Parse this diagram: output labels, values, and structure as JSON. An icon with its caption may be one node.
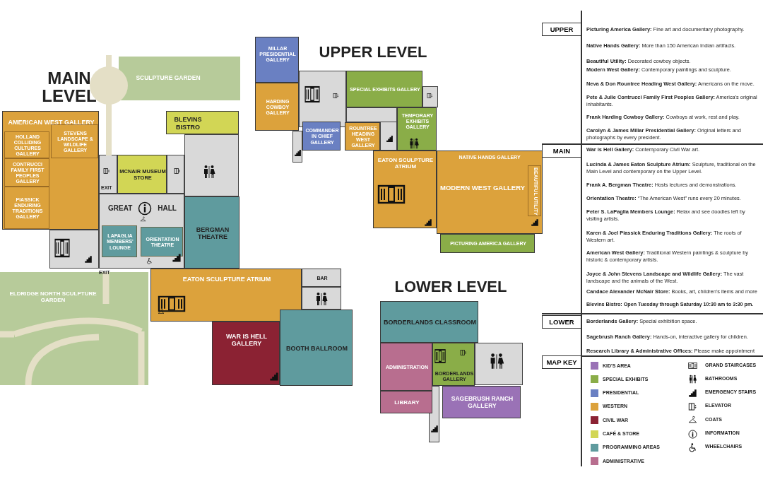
{
  "diagram": {
    "nodes": [
      {
        "text": [
          "SCULPTURE GARDEN"
        ]
      },
      {
        "text": [
          "AMERICAN WEST GALLERY"
        ]
      },
      {
        "text": [
          "HOLLAND COLLIDING CULTURES GALLERY"
        ],
        "in": 1
      },
      {
        "text": [
          "STEVENS LANDSCAPE & WILDLIFE GALLERY"
        ],
        "in": 1
      },
      {
        "text": [
          "CONTRUCCI FAMILY FIRST PEOPLES GALLERY"
        ],
        "in": 1
      },
      {
        "text": [
          "PIASSICK ENDURING TRADITIONS GALLERY"
        ],
        "in": 1
      },
      {
        "text": [
          "BLEVINS BISTRO"
        ]
      },
      {
        "text": [
          "MCNAIR MUSEUM STORE"
        ]
      },
      {
        "text": [
          "GREAT",
          "HALL"
        ]
      },
      {
        "text": [
          "LAPAGLIA MEMBERS' LOUNGE"
        ],
        "in": 8
      },
      {
        "text": [
          "ORIENTATION THEATRE"
        ],
        "in": 8
      },
      {
        "text": [
          "BERGMAN THEATRE"
        ]
      },
      {
        "text": [
          "EATON SCULPTURE ATRIUM"
        ]
      },
      {
        "text": [
          "BAR"
        ]
      },
      {
        "text": [
          "WAR IS HELL GALLERY"
        ]
      },
      {
        "text": [
          "BOOTH BALLROOM"
        ]
      },
      {
        "text": [
          "ELDRIDGE NORTH SCULPTURE GARDEN"
        ]
      },
      {
        "text": [
          "MILLAR PRESIDENTIAL GALLERY"
        ]
      },
      {
        "text": [
          "HARDING COWBOY GALLERY"
        ]
      },
      {
        "text": [
          "SPECIAL EXHIBITS GALLERY"
        ]
      },
      {
        "text": [
          "COMMANDER IN CHIEF GALLERY"
        ]
      },
      {
        "text": [
          "ROUNTREE HEADING WEST GALLERY"
        ]
      },
      {
        "text": [
          "TEMPORARY EXHIBITS GALLERY"
        ]
      },
      {
        "text": [
          "EATON SCULPTURE ATRIUM"
        ]
      },
      {
        "text": [
          "MODERN WEST GALLERY"
        ]
      },
      {
        "text": [
          "NATIVE HANDS GALLERY"
        ],
        "in": 24
      },
      {
        "text": [
          "BEAUTIFUL UTILITY"
        ],
        "in": 24
      },
      {
        "text": [
          "PICTURING AMERICA GALLERY"
        ]
      },
      {
        "text": [
          "BORDERLANDS CLASSROOM"
        ]
      },
      {
        "text": [
          "ADMINISTRATION"
        ]
      },
      {
        "text": [
          "BORDERLANDS GALLERY"
        ]
      },
      {
        "text": [
          "LIBRARY"
        ]
      },
      {
        "text": [
          "SAGEBRUSH RANCH GALLERY"
        ]
      }
    ],
    "labels": [
      "MAIN LEVEL",
      "UPPER LEVEL",
      "LOWER LEVEL",
      "EXIT",
      "EXIT",
      "UPPER",
      "**Picturing America Gallery:** Fine art and documentary photography.",
      "**Native Hands Gallery:** More than 150 American Indian artifacts.",
      "**Beautiful Utility:** Decorated cowboy objects.",
      "**Modern West Gallery:** Contemporary paintings and sculpture.",
      "**Neva & Don Rountree Heading West Gallery:** Americans on the move.",
      "**Pete & Julie Contrucci Family First Peoples Gallery:** America's original inhabitants.",
      "**Frank Harding Cowboy Gallery:** Cowboys at work, rest and play.",
      "**Carolyn & James Millar Presidential Gallery:** Original letters and photographs by every president.",
      "MAIN",
      "**War is Hell Gallery:** Contemporary Civil War art.",
      "**Lucinda & James Eaton Sculpture Atrium:** Sculpture, traditional on the Main Level and contemporary on the Upper Level.",
      "**Frank A. Bergman Theatre:** Hosts lectures and demonstrations.",
      "**Orientation Theatre:** “The American West” runs every 20 minutes.",
      "**Peter S. LaPaglia Members Lounge:** Relax and see doodles left by visiting artists.",
      "**Karen & Joel Piassick Enduring Traditions Gallery:** The roots of Western art.",
      "**American West Gallery:** Traditional Western paintings & sculpture by historic & contemporary artists.",
      "**Joyce & John Stevens Landscape and Wildlife Gallery:** The vast landscape and the animals of the West.",
      "**Candace Alexander McNair Store:** Books, art, children's items and more",
      "Blevins Bistro: Open Tuesday through Saturday 10:30 am to 3:30 pm.",
      "LOWER",
      "**Borderlands Gallery:** Special exhibition space.",
      "**Sagebrush Ranch Gallery:** Hands-on, interactive gallery for children.",
      "**Research Library & Administrative Offices:** Please make appointment",
      "MAP KEY"
    ],
    "legend": [
      {
        "text": "KID'S AREA",
        "color": "#9a72b6"
      },
      {
        "text": "SPECIAL EXHIBITS",
        "color": "#8aad48"
      },
      {
        "text": "PRESIDENTIAL",
        "color": "#6a80c2"
      },
      {
        "text": "WESTERN",
        "color": "#dca23c"
      },
      {
        "text": "CIVIL WAR",
        "color": "#8b2233"
      },
      {
        "text": "CAFÉ & STORE",
        "color": "#d2d655"
      },
      {
        "text": "PROGRAMMING AREAS",
        "color": "#5f9b9e"
      },
      {
        "text": "ADMINISTRATIVE",
        "color": "#b86e8f"
      },
      {
        "text": "GRAND STAIRCASES"
      },
      {
        "text": "BATHROOMS"
      },
      {
        "text": "EMERGENCY STAIRS"
      },
      {
        "text": "ELEVATOR"
      },
      {
        "text": "COATS"
      },
      {
        "text": "INFORMATION"
      },
      {
        "text": "WHEELCHAIRS"
      }
    ]
  }
}
